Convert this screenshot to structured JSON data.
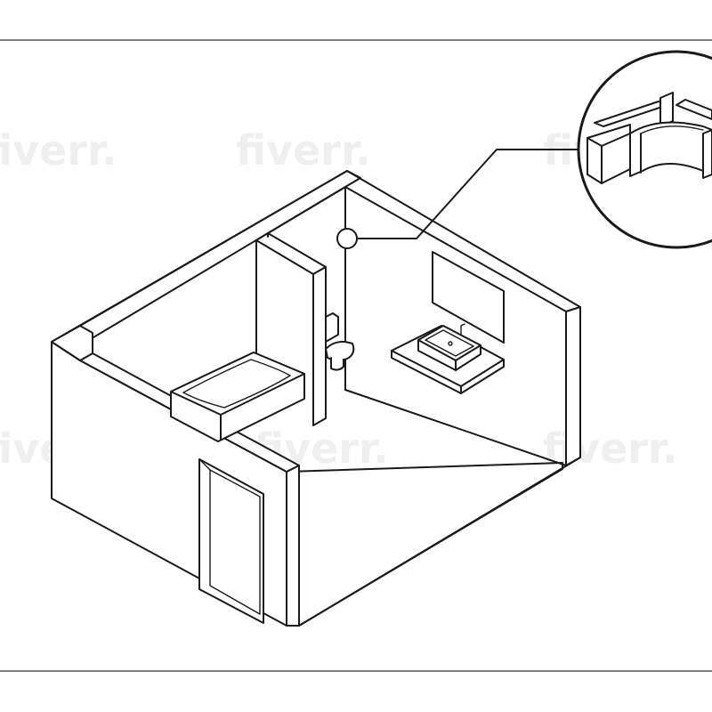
{
  "watermark": {
    "text": "fiverr.",
    "color": "#e9e9e9"
  },
  "colors": {
    "line": "#1a1a1a",
    "background": "#ffffff"
  },
  "diagram": {
    "view": "isometric",
    "subject": "bathroom",
    "callout": "corner-profile-detail"
  }
}
